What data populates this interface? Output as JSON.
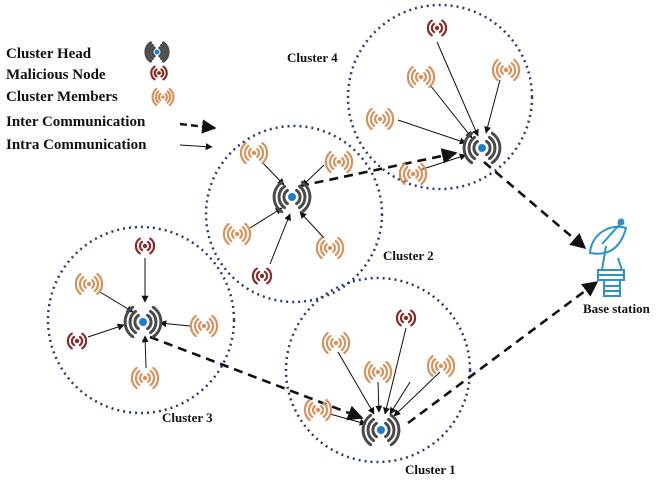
{
  "legend": {
    "items": [
      {
        "label": "Cluster Head",
        "icon": "cluster-head-icon"
      },
      {
        "label": "Malicious Node",
        "icon": "malicious-node-icon"
      },
      {
        "label": "Cluster Members",
        "icon": "cluster-member-icon"
      },
      {
        "label": "Inter Communication",
        "icon": "dashed-arrow-icon"
      },
      {
        "label": "Intra Communication",
        "icon": "solid-arrow-icon"
      }
    ]
  },
  "clusters": [
    {
      "label": "Cluster 4"
    },
    {
      "label": "Cluster 2"
    },
    {
      "label": "Cluster 3"
    },
    {
      "label": "Cluster 1"
    }
  ],
  "base_station": {
    "label": "Base station",
    "icon": "satellite-dish-icon"
  },
  "colors": {
    "cluster_head_core": "#1a7fd4",
    "cluster_head_waves": "#4a4a4a",
    "malicious": "#8b2a2a",
    "member": "#d9925a",
    "circle_border": "#2b3a7a",
    "base_station": "#2a93c9"
  }
}
